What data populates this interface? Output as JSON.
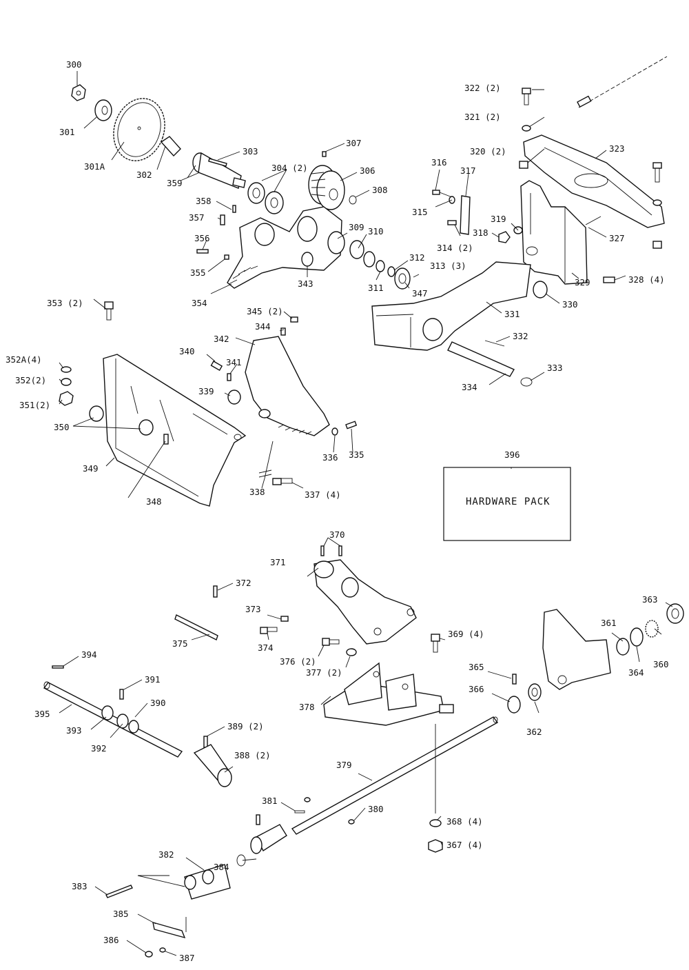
{
  "diagram": {
    "callouts": [
      {
        "id": "300",
        "text": "300"
      },
      {
        "id": "301",
        "text": "301"
      },
      {
        "id": "301A",
        "text": "301A"
      },
      {
        "id": "302",
        "text": "302"
      },
      {
        "id": "303",
        "text": "303"
      },
      {
        "id": "304",
        "text": "304 (2)"
      },
      {
        "id": "306",
        "text": "306"
      },
      {
        "id": "307",
        "text": "307"
      },
      {
        "id": "308",
        "text": "308"
      },
      {
        "id": "309",
        "text": "309"
      },
      {
        "id": "310",
        "text": "310"
      },
      {
        "id": "311",
        "text": "311"
      },
      {
        "id": "312",
        "text": "312"
      },
      {
        "id": "313",
        "text": "313 (3)"
      },
      {
        "id": "314",
        "text": "314 (2)"
      },
      {
        "id": "315",
        "text": "315"
      },
      {
        "id": "316",
        "text": "316"
      },
      {
        "id": "317",
        "text": "317"
      },
      {
        "id": "318",
        "text": "318"
      },
      {
        "id": "319",
        "text": "319"
      },
      {
        "id": "320",
        "text": "320 (2)"
      },
      {
        "id": "321",
        "text": "321 (2)"
      },
      {
        "id": "322",
        "text": "322 (2)"
      },
      {
        "id": "323",
        "text": "323"
      },
      {
        "id": "327",
        "text": "327"
      },
      {
        "id": "328",
        "text": "328 (4)"
      },
      {
        "id": "329",
        "text": "329"
      },
      {
        "id": "330",
        "text": "330"
      },
      {
        "id": "331",
        "text": "331"
      },
      {
        "id": "332",
        "text": "332"
      },
      {
        "id": "333",
        "text": "333"
      },
      {
        "id": "334",
        "text": "334"
      },
      {
        "id": "335",
        "text": "335"
      },
      {
        "id": "336",
        "text": "336"
      },
      {
        "id": "337",
        "text": "337 (4)"
      },
      {
        "id": "338",
        "text": "338"
      },
      {
        "id": "339",
        "text": "339"
      },
      {
        "id": "340",
        "text": "340"
      },
      {
        "id": "341",
        "text": "341"
      },
      {
        "id": "342",
        "text": "342"
      },
      {
        "id": "343",
        "text": "343"
      },
      {
        "id": "344",
        "text": "344"
      },
      {
        "id": "345",
        "text": "345 (2)"
      },
      {
        "id": "347",
        "text": "347"
      },
      {
        "id": "348",
        "text": "348"
      },
      {
        "id": "349",
        "text": "349"
      },
      {
        "id": "350",
        "text": "350"
      },
      {
        "id": "351",
        "text": "351(2)"
      },
      {
        "id": "352",
        "text": "352(2)"
      },
      {
        "id": "352A",
        "text": "352A(4)"
      },
      {
        "id": "353",
        "text": "353 (2)"
      },
      {
        "id": "354",
        "text": "354"
      },
      {
        "id": "355",
        "text": "355"
      },
      {
        "id": "356",
        "text": "356"
      },
      {
        "id": "357",
        "text": "357"
      },
      {
        "id": "358",
        "text": "358"
      },
      {
        "id": "359",
        "text": "359"
      },
      {
        "id": "360",
        "text": "360"
      },
      {
        "id": "361",
        "text": "361"
      },
      {
        "id": "362",
        "text": "362"
      },
      {
        "id": "363",
        "text": "363"
      },
      {
        "id": "364",
        "text": "364"
      },
      {
        "id": "365",
        "text": "365"
      },
      {
        "id": "366",
        "text": "366"
      },
      {
        "id": "367",
        "text": "367 (4)"
      },
      {
        "id": "368",
        "text": "368 (4)"
      },
      {
        "id": "369",
        "text": "369 (4)"
      },
      {
        "id": "370",
        "text": "370"
      },
      {
        "id": "371",
        "text": "371"
      },
      {
        "id": "372",
        "text": "372"
      },
      {
        "id": "373",
        "text": "373"
      },
      {
        "id": "374",
        "text": "374"
      },
      {
        "id": "375",
        "text": "375"
      },
      {
        "id": "376",
        "text": "376 (2)"
      },
      {
        "id": "377",
        "text": "377 (2)"
      },
      {
        "id": "378",
        "text": "378"
      },
      {
        "id": "379",
        "text": "379"
      },
      {
        "id": "380",
        "text": "380"
      },
      {
        "id": "381",
        "text": "381"
      },
      {
        "id": "382",
        "text": "382"
      },
      {
        "id": "383",
        "text": "383"
      },
      {
        "id": "384",
        "text": "384"
      },
      {
        "id": "385",
        "text": "385"
      },
      {
        "id": "386",
        "text": "386"
      },
      {
        "id": "387",
        "text": "387"
      },
      {
        "id": "388",
        "text": "388 (2)"
      },
      {
        "id": "389",
        "text": "389 (2)"
      },
      {
        "id": "390",
        "text": "390"
      },
      {
        "id": "391",
        "text": "391"
      },
      {
        "id": "392",
        "text": "392"
      },
      {
        "id": "393",
        "text": "393"
      },
      {
        "id": "394",
        "text": "394"
      },
      {
        "id": "395",
        "text": "395"
      },
      {
        "id": "396",
        "text": "396"
      }
    ],
    "hardware_pack": {
      "label": "HARDWARE PACK"
    }
  }
}
